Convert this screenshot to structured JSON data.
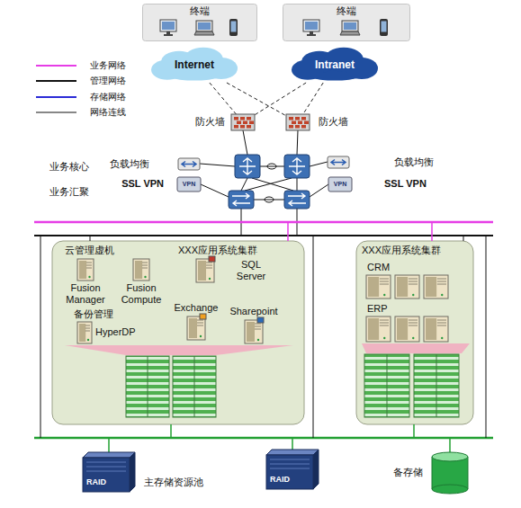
{
  "diagram": {
    "nodes": [
      {
        "text": [
          "终端"
        ]
      },
      {
        "text": [
          "终端"
        ]
      },
      {
        "text": [
          "Internet"
        ]
      },
      {
        "text": [
          "Intranet"
        ]
      },
      {
        "text": [
          "防火墙"
        ]
      },
      {
        "text": [
          "防火墙"
        ]
      },
      {
        "text": [
          "负载均衡"
        ]
      },
      {
        "text": [
          "负载均衡"
        ]
      },
      {
        "text": [
          "SSL VPN",
          "VPN"
        ]
      },
      {
        "text": [
          "SSL VPN",
          "VPN"
        ]
      },
      {
        "text": [
          "云管理虚机",
          "XXX应用系统集群",
          "备份管理"
        ]
      },
      {
        "text": [
          "Fusion Manager"
        ],
        "in": 10
      },
      {
        "text": [
          "Fusion Compute"
        ],
        "in": 10
      },
      {
        "text": [
          "SQL Server"
        ],
        "in": 10
      },
      {
        "text": [
          "Exchange"
        ],
        "in": 10
      },
      {
        "text": [
          "Sharepoint"
        ],
        "in": 10
      },
      {
        "text": [
          "HyperDP"
        ],
        "in": 10
      },
      {
        "text": [
          "XXX应用系统集群"
        ]
      },
      {
        "text": [
          "CRM"
        ],
        "in": 17
      },
      {
        "text": [
          "ERP"
        ],
        "in": 17
      },
      {
        "text": [
          "RAID"
        ]
      },
      {
        "text": [
          "RAID"
        ]
      },
      {
        "text": [
          "备存储"
        ]
      }
    ],
    "edges": [
      {
        "from": 2,
        "to": 4,
        "arrow": "none"
      },
      {
        "from": 2,
        "to": 5,
        "arrow": "none"
      },
      {
        "from": 3,
        "to": 4,
        "arrow": "none"
      },
      {
        "from": 3,
        "to": 5,
        "arrow": "none"
      }
    ],
    "labels": [
      "业务核心",
      "业务汇聚",
      "主存储资源池"
    ],
    "legend": [
      {
        "text": "业务网络"
      },
      {
        "text": "管理网络"
      },
      {
        "text": "存储网络"
      },
      {
        "text": "网络连线"
      }
    ]
  }
}
